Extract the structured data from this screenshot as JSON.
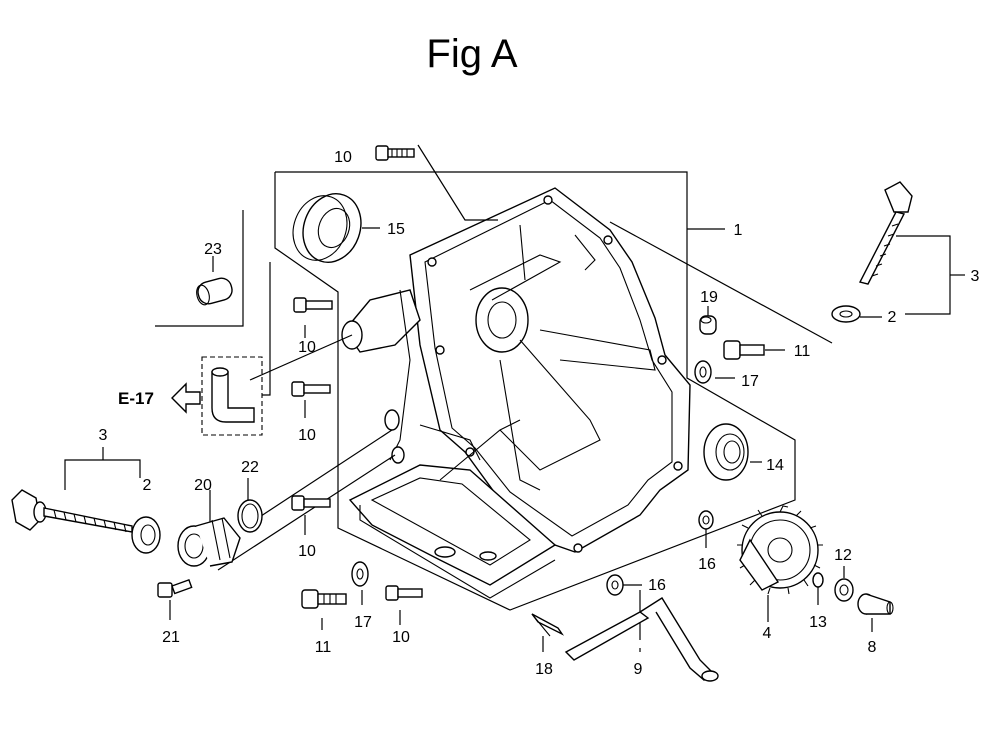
{
  "title": "Fig A",
  "reference": "E-17",
  "callouts": [
    "1",
    "2",
    "2",
    "3",
    "3",
    "4",
    "8",
    "9",
    "10",
    "10",
    "10",
    "10",
    "10",
    "11",
    "11",
    "12",
    "13",
    "14",
    "15",
    "16",
    "16",
    "17",
    "17",
    "18",
    "19",
    "20",
    "21",
    "22",
    "23"
  ]
}
